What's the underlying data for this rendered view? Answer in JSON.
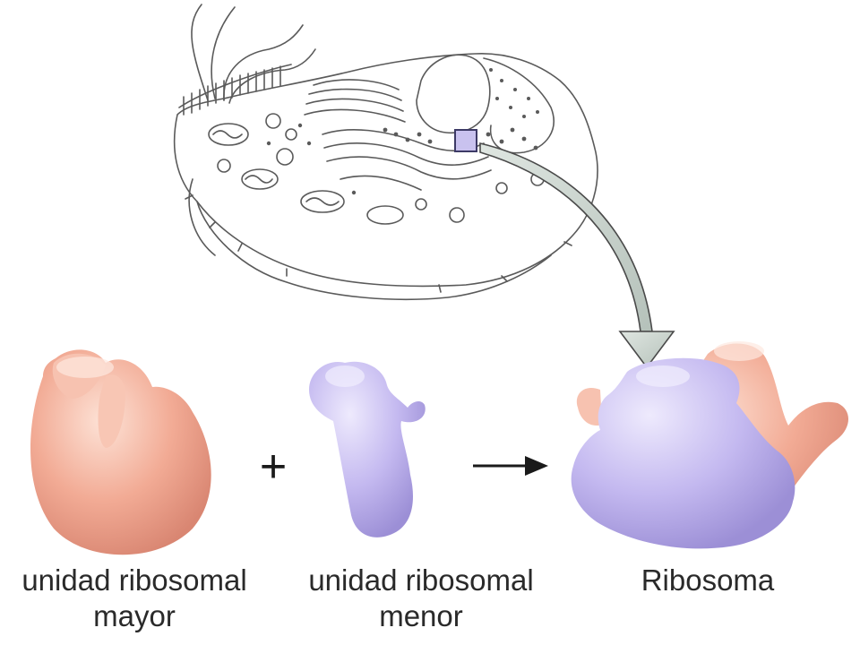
{
  "diagram": {
    "symbols": {
      "plus": "+",
      "arrow": "→"
    },
    "colors": {
      "large_subunit": "#f2ab95",
      "small_subunit": "#bfb4ec",
      "cell_line": "#5a5a5a",
      "pointer_arrow": "#c5cfc9",
      "text": "#2a2a2a"
    },
    "labels": {
      "large_subunit": {
        "line1": "unidad ribosomal",
        "line2": "mayor"
      },
      "small_subunit": {
        "line1": "unidad ribosomal",
        "line2": "menor"
      },
      "ribosome": "Ribosoma"
    }
  }
}
